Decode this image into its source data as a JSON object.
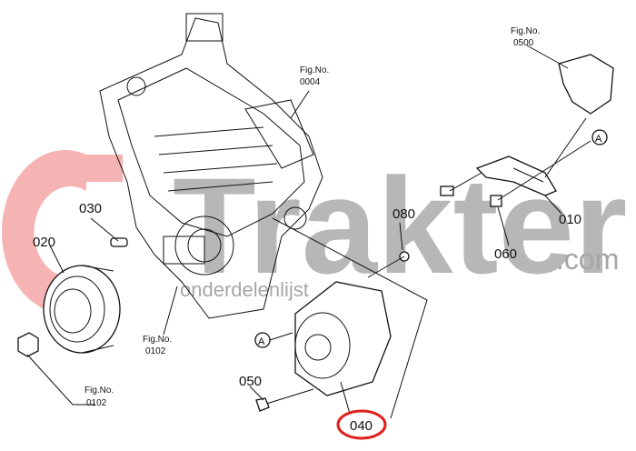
{
  "diagram": {
    "watermark": {
      "brand": "Trakter",
      "suffix": ".com",
      "tagline": "onderdelenlijst",
      "brand_color": "#a6a6a6",
      "logo_color": "#f4a6a6"
    },
    "figure_refs": [
      {
        "label": "Fig.No.",
        "number": "0004"
      },
      {
        "label": "Fig.No.",
        "number": "0500"
      },
      {
        "label": "Fig.No.",
        "number": "0102"
      },
      {
        "label": "Fig.No.",
        "number": "0102"
      }
    ],
    "part_labels": [
      "030",
      "020",
      "080",
      "010",
      "060",
      "050",
      "040"
    ],
    "highlighted_part": "040",
    "highlight_color": "#e0201e",
    "reference_marks": [
      "A",
      "A"
    ]
  }
}
